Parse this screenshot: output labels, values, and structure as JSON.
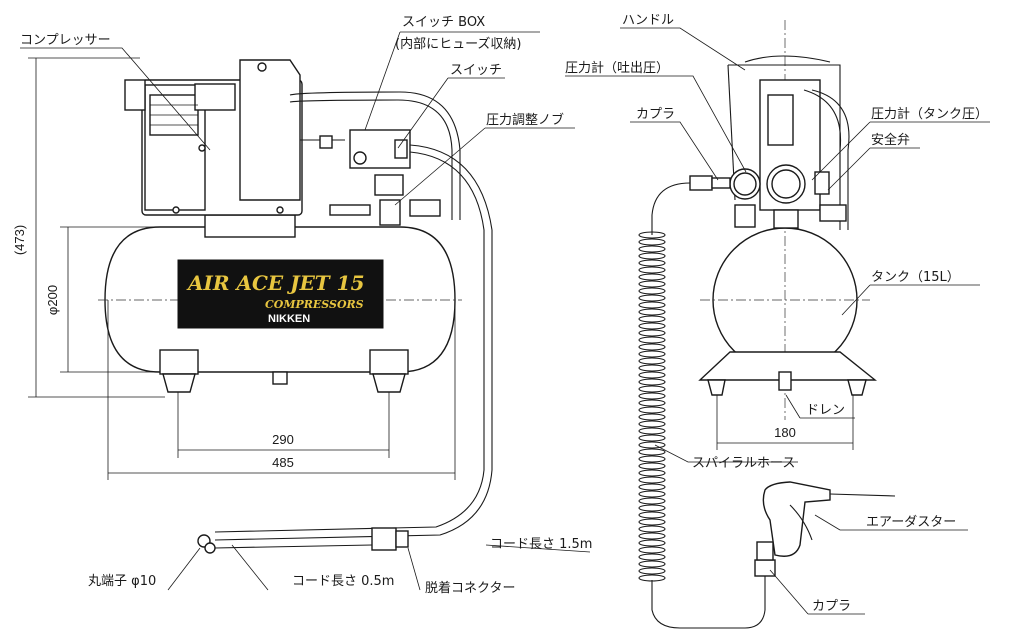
{
  "labels": {
    "compressor": "コンプレッサー",
    "switch_box": "スイッチ BOX",
    "switch_box_note": "(内部にヒューズ収納)",
    "switch": "スイッチ",
    "pressure_knob": "圧力調整ノブ",
    "handle": "ハンドル",
    "gauge_outlet": "圧力計（吐出圧）",
    "coupler_top": "カプラ",
    "gauge_tank": "圧力計（タンク圧）",
    "safety_valve": "安全弁",
    "tank": "タンク（15L）",
    "drain": "ドレン",
    "spiral_hose": "スパイラルホース",
    "air_duster": "エアーダスター",
    "coupler_bottom": "カプラ",
    "cord_long": "コード長さ 1.5m",
    "cord_short": "コード長さ 0.5m",
    "ring_terminal": "丸端子 φ10",
    "connector": "脱着コネクター"
  },
  "dimensions": {
    "height": "(473)",
    "tank_dia": "φ200",
    "foot_span": "290",
    "total_len": "485",
    "side_span": "180"
  },
  "logo": {
    "line1": "AIR ACE JET 15",
    "line2": "COMPRESSORS",
    "line3": "NIKKEN"
  }
}
